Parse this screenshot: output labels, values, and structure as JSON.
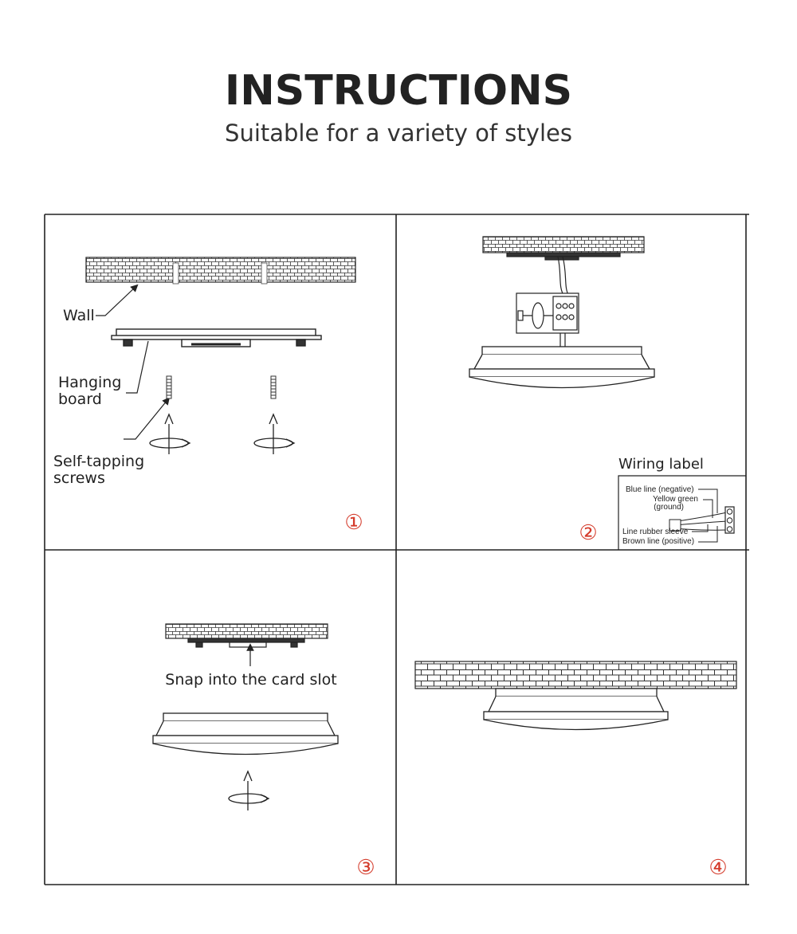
{
  "header": {
    "title": "INSTRUCTIONS",
    "subtitle": "Suitable for a variety of styles"
  },
  "steps": [
    {
      "number": "①",
      "labels": {
        "wall": "Wall",
        "hanging_board_1": "Hanging",
        "hanging_board_2": "board",
        "screws_1": "Self-tapping",
        "screws_2": "screws"
      }
    },
    {
      "number": "②",
      "wiring": {
        "title": "Wiring label",
        "blue": "Blue line (negative)",
        "yellow_1": "Yellow green",
        "yellow_2": "(ground)",
        "sleeve": "Line rubber sleeve",
        "brown": "Brown line (positive)"
      }
    },
    {
      "number": "③",
      "labels": {
        "snap": "Snap into the card slot"
      }
    },
    {
      "number": "④"
    }
  ],
  "colors": {
    "line": "#222222",
    "number": "#d43a2a"
  }
}
